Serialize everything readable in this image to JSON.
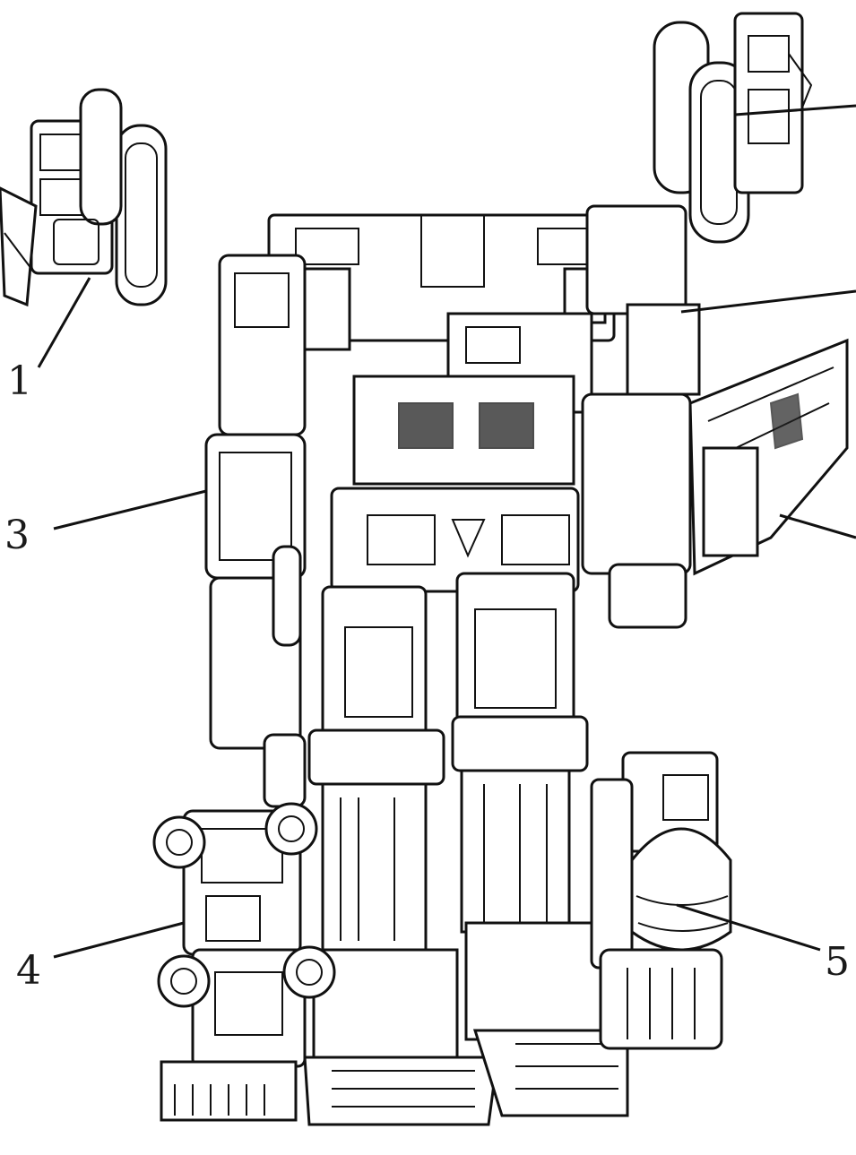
{
  "labels": {
    "part1": "1",
    "part3": "3",
    "part4": "4",
    "part5": "5"
  },
  "colors": {
    "ink": "#111111",
    "paper": "#ffffff"
  }
}
